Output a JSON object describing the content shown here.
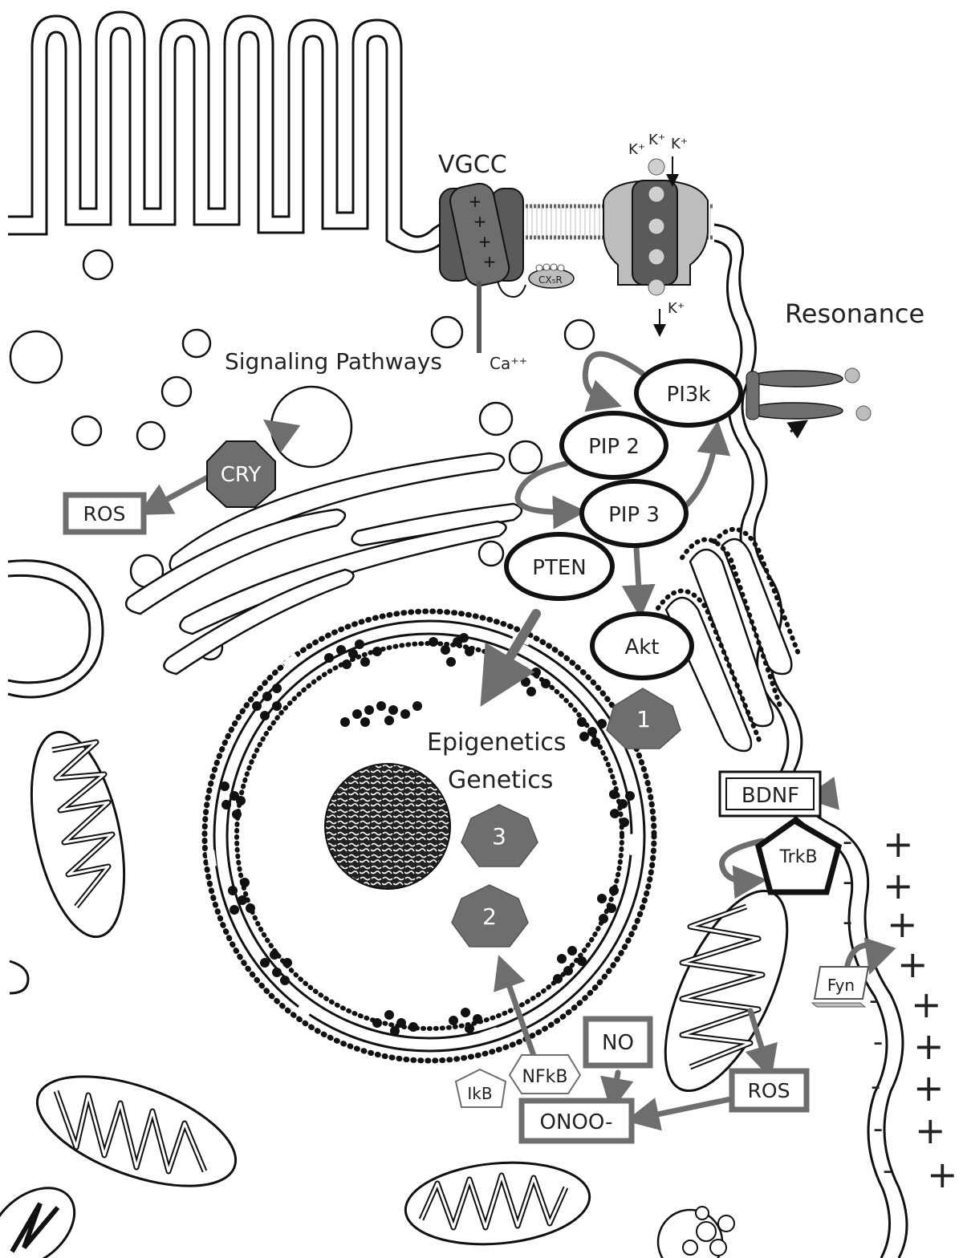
{
  "labels": {
    "vgcc": "VGCC",
    "k_plus_1": "K⁺",
    "k_plus_2": "K⁺",
    "k_plus_3": "K⁺",
    "k_plus_4": "K⁺",
    "cx5r": "CX₅R",
    "ca": "Ca⁺⁺",
    "signaling": "Signaling Pathways",
    "resonance": "Resonance",
    "pi3k": "PI3k",
    "pip2": "PIP 2",
    "pip3": "PIP 3",
    "pten": "PTEN",
    "akt": "Akt",
    "cry": "CRY",
    "ros_left": "ROS",
    "ros_right": "ROS",
    "epigenetics": "Epigenetics",
    "genetics": "Genetics",
    "badge1": "1",
    "badge2": "2",
    "badge3": "3",
    "bdnf": "BDNF",
    "trkb": "TrkB",
    "fyn": "Fyn",
    "no": "NO",
    "onoo": "ONOO-",
    "nfkb": "NFkB",
    "ikb": "IkB",
    "minus": "-",
    "plus": "+"
  },
  "colors": {
    "line": "#111111",
    "arrow": "#6e6e6e",
    "badge": "#6e6e6e",
    "channel_dark": "#5a5a5a",
    "channel_light": "#bdbdbd"
  }
}
